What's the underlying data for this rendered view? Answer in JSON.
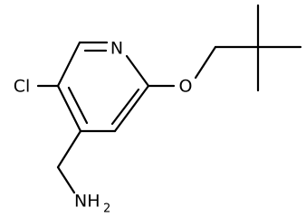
{
  "molecule": {
    "atoms": {
      "n": "N",
      "o": "O",
      "cl": "Cl",
      "amine_n": "NH",
      "amine_sub": "2"
    }
  }
}
